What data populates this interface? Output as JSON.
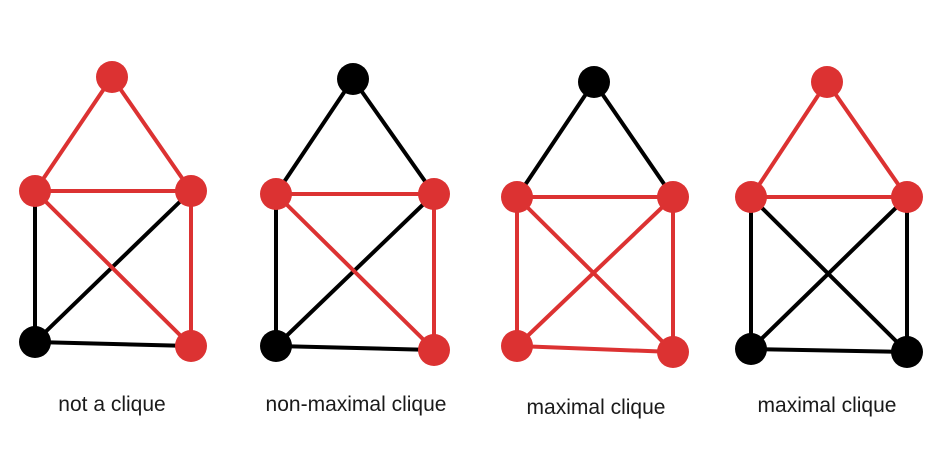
{
  "colors": {
    "highlight": "#dc3232",
    "plain": "#000000",
    "text": "#1a1a1a",
    "background": "#ffffff"
  },
  "diagram": {
    "graphs": [
      {
        "id": "graph-not-a-clique",
        "caption": "not a clique",
        "nodes": [
          {
            "id": "top",
            "highlighted": true
          },
          {
            "id": "upper-left",
            "highlighted": true
          },
          {
            "id": "upper-right",
            "highlighted": true
          },
          {
            "id": "lower-left",
            "highlighted": false
          },
          {
            "id": "lower-right",
            "highlighted": true
          }
        ],
        "edges": [
          {
            "from": "upper-left",
            "to": "lower-left",
            "highlighted": false
          },
          {
            "from": "lower-left",
            "to": "lower-right",
            "highlighted": false
          },
          {
            "from": "lower-left",
            "to": "upper-right",
            "highlighted": false
          },
          {
            "from": "top",
            "to": "upper-left",
            "highlighted": true
          },
          {
            "from": "top",
            "to": "upper-right",
            "highlighted": true
          },
          {
            "from": "upper-left",
            "to": "upper-right",
            "highlighted": true
          },
          {
            "from": "upper-right",
            "to": "lower-right",
            "highlighted": true
          },
          {
            "from": "upper-left",
            "to": "lower-right",
            "highlighted": true
          }
        ]
      },
      {
        "id": "graph-non-maximal-clique",
        "caption": "non-maximal clique",
        "nodes": [
          {
            "id": "top",
            "highlighted": false
          },
          {
            "id": "upper-left",
            "highlighted": true
          },
          {
            "id": "upper-right",
            "highlighted": true
          },
          {
            "id": "lower-left",
            "highlighted": false
          },
          {
            "id": "lower-right",
            "highlighted": true
          }
        ],
        "edges": [
          {
            "from": "top",
            "to": "upper-left",
            "highlighted": false
          },
          {
            "from": "top",
            "to": "upper-right",
            "highlighted": false
          },
          {
            "from": "upper-left",
            "to": "lower-left",
            "highlighted": false
          },
          {
            "from": "lower-left",
            "to": "lower-right",
            "highlighted": false
          },
          {
            "from": "lower-left",
            "to": "upper-right",
            "highlighted": false
          },
          {
            "from": "upper-left",
            "to": "upper-right",
            "highlighted": true
          },
          {
            "from": "upper-right",
            "to": "lower-right",
            "highlighted": true
          },
          {
            "from": "upper-left",
            "to": "lower-right",
            "highlighted": true
          }
        ]
      },
      {
        "id": "graph-maximal-clique-a",
        "caption": "maximal clique",
        "nodes": [
          {
            "id": "top",
            "highlighted": false
          },
          {
            "id": "upper-left",
            "highlighted": true
          },
          {
            "id": "upper-right",
            "highlighted": true
          },
          {
            "id": "lower-left",
            "highlighted": true
          },
          {
            "id": "lower-right",
            "highlighted": true
          }
        ],
        "edges": [
          {
            "from": "top",
            "to": "upper-left",
            "highlighted": false
          },
          {
            "from": "top",
            "to": "upper-right",
            "highlighted": false
          },
          {
            "from": "upper-left",
            "to": "upper-right",
            "highlighted": true
          },
          {
            "from": "upper-left",
            "to": "lower-left",
            "highlighted": true
          },
          {
            "from": "upper-right",
            "to": "lower-right",
            "highlighted": true
          },
          {
            "from": "lower-left",
            "to": "lower-right",
            "highlighted": true
          },
          {
            "from": "upper-left",
            "to": "lower-right",
            "highlighted": true
          },
          {
            "from": "upper-right",
            "to": "lower-left",
            "highlighted": true
          }
        ]
      },
      {
        "id": "graph-maximal-clique-b",
        "caption": "maximal clique",
        "nodes": [
          {
            "id": "top",
            "highlighted": true
          },
          {
            "id": "upper-left",
            "highlighted": true
          },
          {
            "id": "upper-right",
            "highlighted": true
          },
          {
            "id": "lower-left",
            "highlighted": false
          },
          {
            "id": "lower-right",
            "highlighted": false
          }
        ],
        "edges": [
          {
            "from": "upper-left",
            "to": "lower-left",
            "highlighted": false
          },
          {
            "from": "upper-right",
            "to": "lower-right",
            "highlighted": false
          },
          {
            "from": "lower-left",
            "to": "lower-right",
            "highlighted": false
          },
          {
            "from": "upper-left",
            "to": "lower-right",
            "highlighted": false
          },
          {
            "from": "upper-right",
            "to": "lower-left",
            "highlighted": false
          },
          {
            "from": "top",
            "to": "upper-left",
            "highlighted": true
          },
          {
            "from": "top",
            "to": "upper-right",
            "highlighted": true
          },
          {
            "from": "upper-left",
            "to": "upper-right",
            "highlighted": true
          }
        ]
      }
    ]
  }
}
